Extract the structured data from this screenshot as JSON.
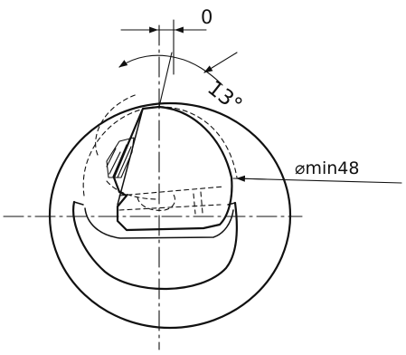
{
  "dimensions": {
    "offset_label": "0",
    "angle_label": "13°",
    "diameter_label": "⌀min48"
  },
  "colors": {
    "line": "#111111",
    "background": "#ffffff"
  }
}
